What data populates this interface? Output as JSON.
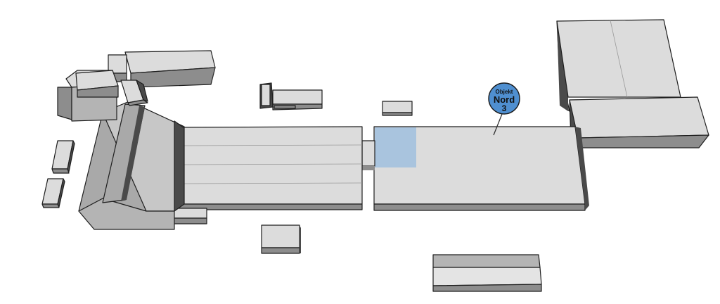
{
  "callout": {
    "line1": "Objekt",
    "line2": "Nord",
    "line3": "3"
  },
  "colors": {
    "marker_fill": "#4f8fd0",
    "highlight": "#a9c4de",
    "building_top": "#dcdcdc",
    "building_side": "#8d8d8d",
    "building_edge": "#1e1e1e"
  }
}
